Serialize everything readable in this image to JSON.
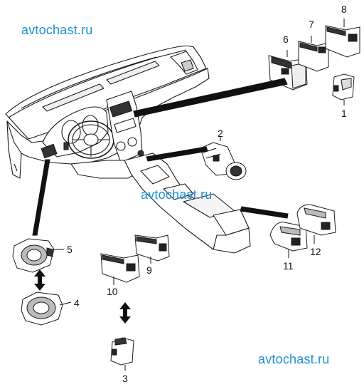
{
  "watermarks": [
    "avtochast.ru",
    "avtochast.ru",
    "avtochast.ru"
  ],
  "callouts": [
    "1",
    "2",
    "3",
    "4",
    "5",
    "6",
    "7",
    "8",
    "9",
    "10",
    "11",
    "12"
  ],
  "colors": {
    "line": "#1a1a1a",
    "watermark": "#1f8fd6",
    "background": "#ffffff",
    "part_fill": "#ffffff",
    "shade": "#bdbdbd"
  }
}
